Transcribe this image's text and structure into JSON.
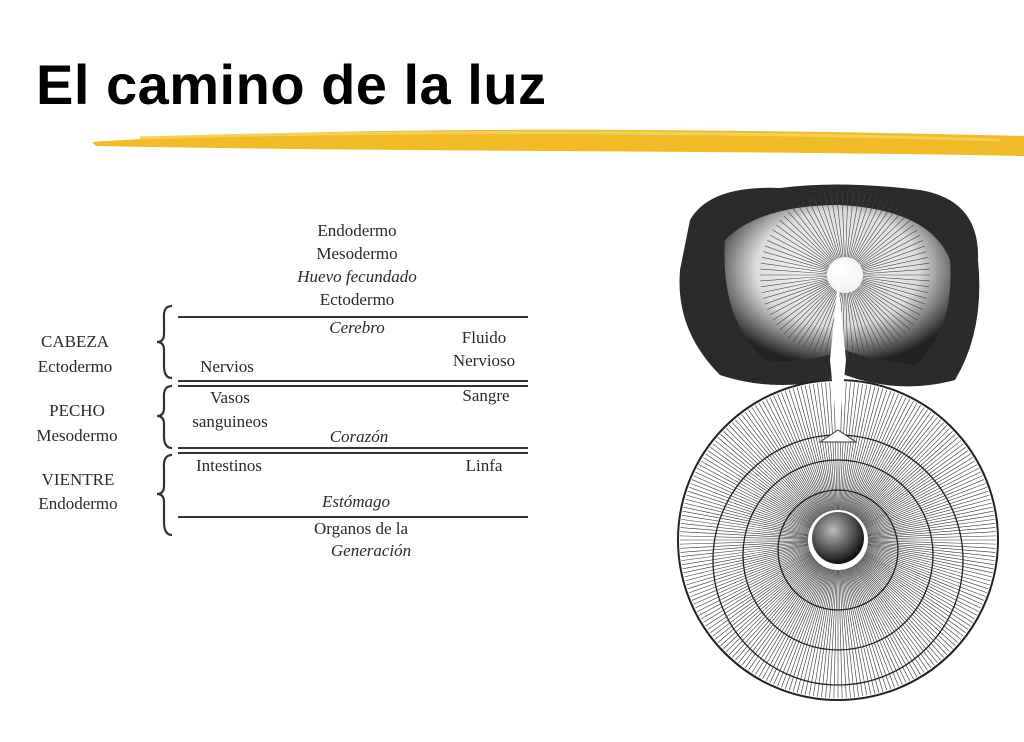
{
  "slide": {
    "title": "El camino de la luz",
    "accent_color": "#f0b81c"
  },
  "diagram": {
    "top_labels": [
      "Endodermo",
      "Mesodermo",
      "Huevo fecundado",
      "Ectodermo"
    ],
    "sections": [
      {
        "name": "CABEZA",
        "layer": "Ectodermo",
        "organ": "Cerebro",
        "left": "Nervios",
        "right": "Fluido Nervioso"
      },
      {
        "name": "PECHO",
        "layer": "Mesodermo",
        "organ": "Corazón",
        "left": "Vasos sanguineos",
        "right": "Sangre"
      },
      {
        "name": "VIENTRE",
        "layer": "Endodermo",
        "organ": "Estómago",
        "left": "Intestinos",
        "right": "Linfa"
      }
    ],
    "right_lines": {
      "fluido": "Fluido",
      "nervioso": "Nervioso"
    },
    "left_lines": {
      "vasos": "Vasos",
      "sanguineos": "sanguineos"
    },
    "bottom": {
      "line1": "Organos de la",
      "line2": "Generación"
    }
  },
  "illustration": {
    "icon": "engraving-light-cloud-sphere-icon"
  }
}
